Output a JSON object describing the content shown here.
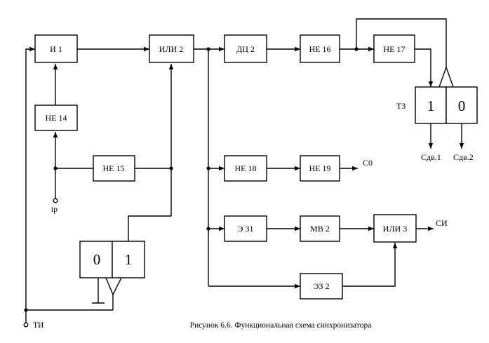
{
  "diagram": {
    "blocks": {
      "and1": "И 1",
      "or2": "ИЛИ 2",
      "dc2": "ДЦ 2",
      "not16": "НЕ 16",
      "not17": "НЕ 17",
      "not14": "НЕ 14",
      "not15": "НЕ 15",
      "not18": "НЕ 18",
      "not19": "НЕ 19",
      "e31": "Э 31",
      "mv2": "МВ 2",
      "or3": "ИЛИ 3",
      "ez2": "ЭЗ 2"
    },
    "trigger_t3": {
      "label": "ТЗ",
      "left": "1",
      "right": "0"
    },
    "trigger_bottom": {
      "left": "0",
      "right": "1"
    },
    "signals": {
      "tr": "tр",
      "ti": "ТИ",
      "c0": "С0",
      "si": "СИ",
      "sdv1": "Сдв.1",
      "sdv2": "Сдв.2"
    },
    "caption": "Рисунок 6.6. Функциональная схема синхронизатора"
  }
}
